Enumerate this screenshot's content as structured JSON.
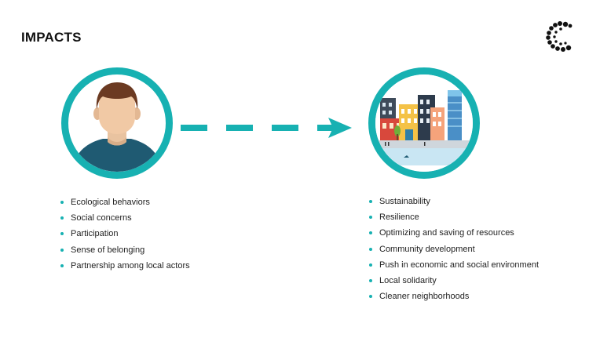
{
  "slide": {
    "title": "IMPACTS",
    "accent_color": "#17b1b2"
  },
  "left_circle": {
    "icon": "person-avatar-icon"
  },
  "right_circle": {
    "icon": "city-street-icon"
  },
  "arrow": {
    "icon": "dashed-arrow-icon"
  },
  "logo": {
    "icon": "dotted-c-logo-icon"
  },
  "left_list": {
    "items": [
      "Ecological behaviors",
      "Social concerns",
      "Participation",
      "Sense of belonging",
      "Partnership among  local actors"
    ]
  },
  "right_list": {
    "items": [
      "Sustainability",
      "Resilience",
      "Optimizing and saving of resources",
      "Community  development",
      "Push  in economic and social  environment",
      "Local solidarity",
      "Cleaner neighborhoods"
    ]
  }
}
